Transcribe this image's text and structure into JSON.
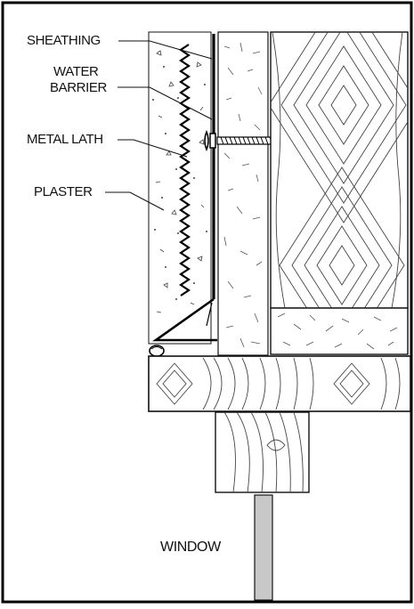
{
  "labels": {
    "sheathing": "SHEATHING",
    "water_barrier_1": "WATER",
    "water_barrier_2": "BARRIER",
    "metal_lath": "METAL LATH",
    "plaster": "PLASTER",
    "window": "WINDOW"
  },
  "colors": {
    "line": "#111111",
    "window_fill": "#c8c8c8",
    "frame": "#000000"
  }
}
